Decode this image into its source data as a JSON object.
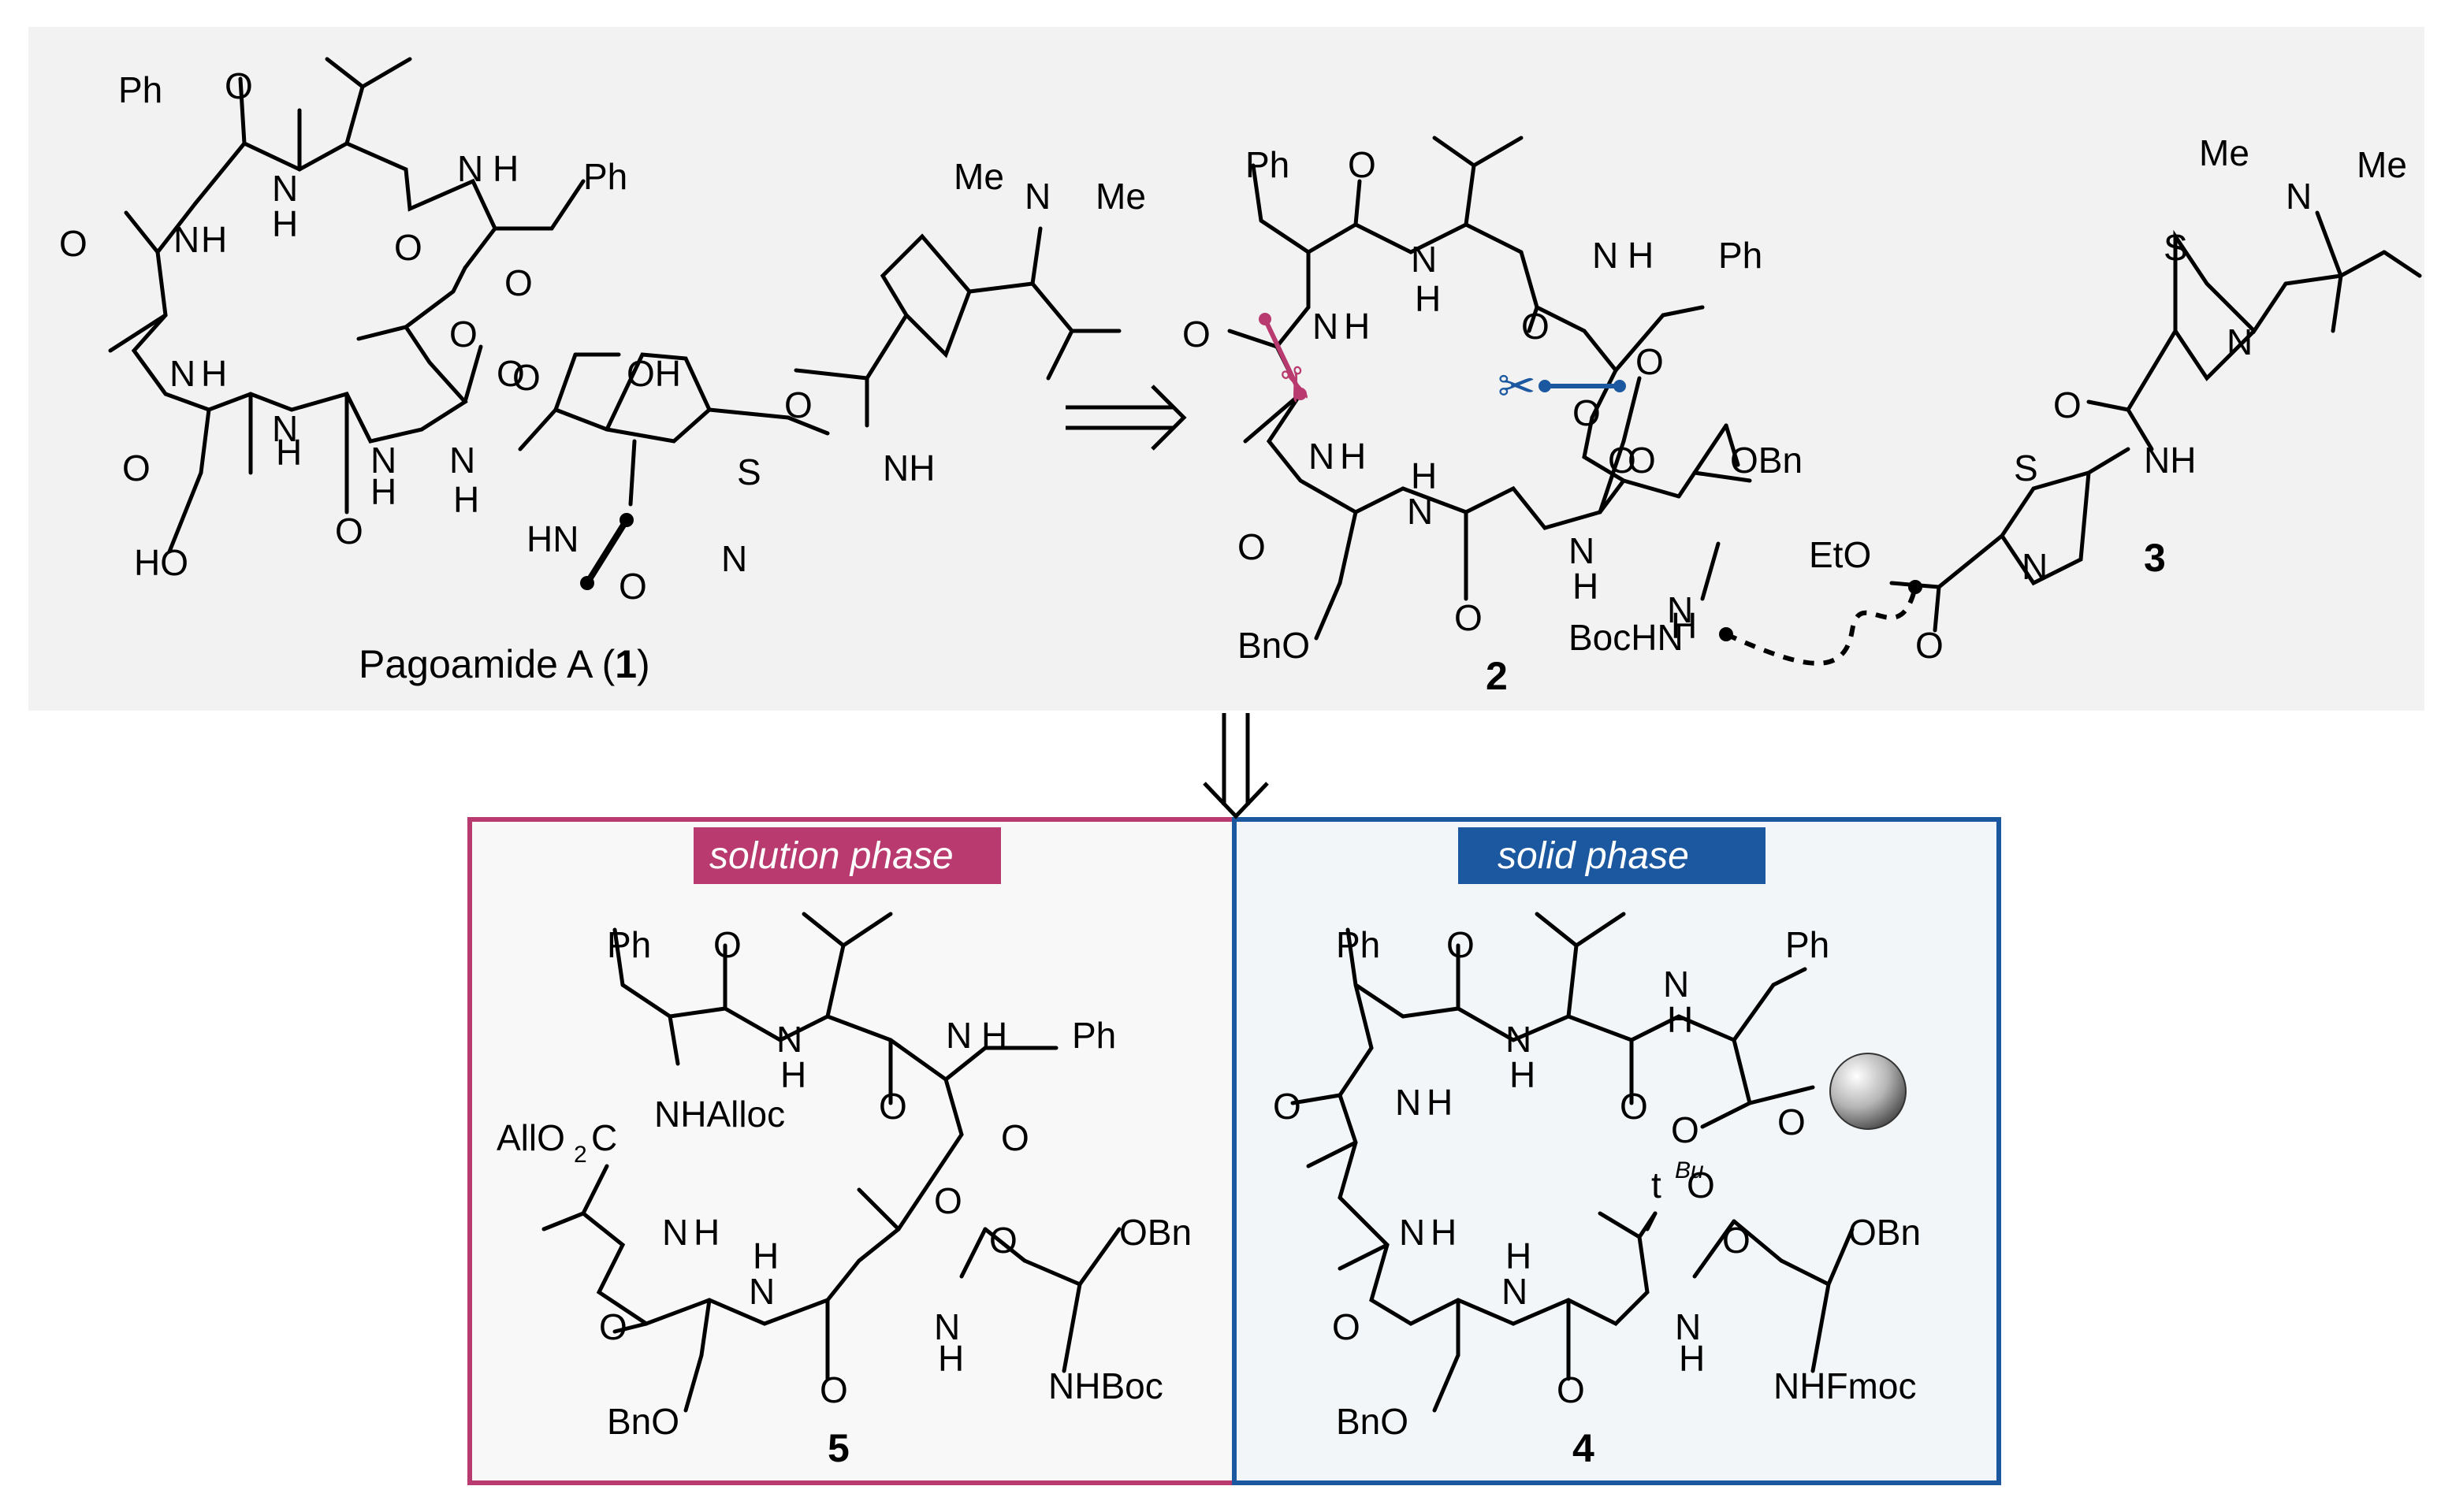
{
  "colors": {
    "top_panel_bg": "#f2f2f2",
    "solution_box_border": "#b83a6e",
    "solution_box_bg": "#f8f8f8",
    "solid_box_border": "#1b58a0",
    "solid_box_bg": "#f2f6f8",
    "cleavage_magenta": "#b83a6e",
    "cleavage_blue": "#1b58a0"
  },
  "arrows": [
    "retrosynthesis-arrow-right",
    "retrosynthesis-arrow-down"
  ],
  "compound_1": {
    "name_prefix": "Pagoamide A (",
    "number": "1",
    "name_suffix": ")",
    "atoms": [
      "Ph",
      "O",
      "N",
      "H",
      "N",
      "H",
      "Ph",
      "O",
      "O",
      "N",
      "H",
      "O",
      "O",
      "N",
      "H",
      "O",
      "N",
      "H",
      "O",
      "N",
      "H",
      "O",
      "O",
      "N",
      "H",
      "OH",
      "HO",
      "HN",
      "O",
      "S",
      "N",
      "Me",
      "N",
      "Me",
      "O",
      "NH"
    ]
  },
  "compound_2": {
    "number": "2",
    "atoms": [
      "Ph",
      "O",
      "N",
      "H",
      "N",
      "H",
      "Ph",
      "O",
      "O",
      "N",
      "H",
      "O",
      "O",
      "N",
      "H",
      "O",
      "N",
      "H",
      "O",
      "N",
      "H",
      "O",
      "O",
      "N",
      "H",
      "OBn",
      "BnO",
      "BocHN"
    ]
  },
  "compound_3": {
    "number": "3",
    "atoms": [
      "Me",
      "N",
      "Me",
      "S",
      "N",
      "O",
      "NH",
      "S",
      "N",
      "EtO",
      "O"
    ]
  },
  "solution_phase": {
    "label": "solution phase",
    "compound_number": "5",
    "atoms": [
      "Ph",
      "O",
      "N",
      "H",
      "N",
      "H",
      "Ph",
      "O",
      "NHAlloc",
      "O",
      "AllO",
      "2",
      "C",
      "O",
      "N",
      "H",
      "O",
      "N",
      "H",
      "O",
      "N",
      "H",
      "O",
      "OBn",
      "BnO",
      "NHBoc"
    ]
  },
  "solid_phase": {
    "label": "solid phase",
    "compound_number": "4",
    "atoms": [
      "Ph",
      "O",
      "N",
      "H",
      "N",
      "H",
      "Ph",
      "O",
      "O",
      "O",
      "N",
      "H",
      "O",
      "t",
      "Bu",
      "O",
      "N",
      "H",
      "O",
      "N",
      "H",
      "O",
      "N",
      "H",
      "O",
      "OBn",
      "BnO",
      "NHFmoc"
    ]
  }
}
